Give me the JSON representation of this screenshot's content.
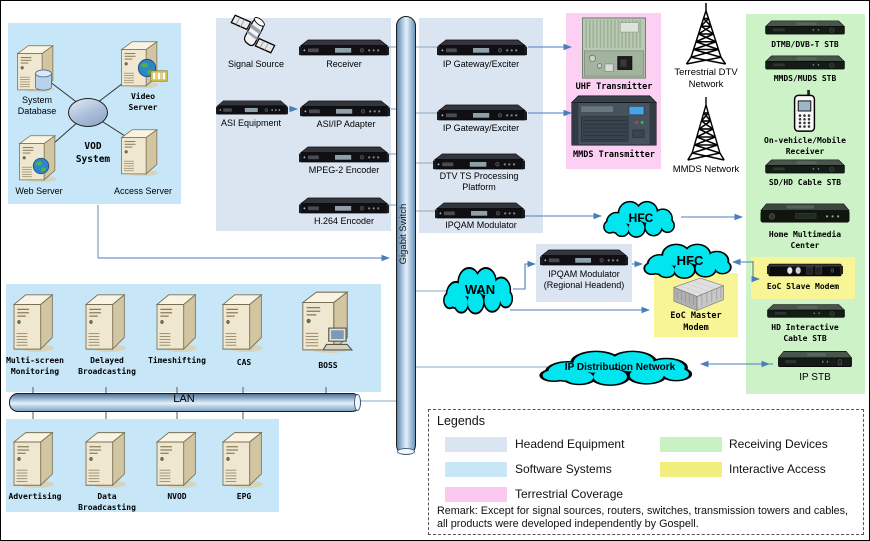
{
  "vod": {
    "box_label": "VOD\nSystem",
    "system_database": "System\nDatabase",
    "video_server": "Video\nServer",
    "web_server": "Web Server",
    "access_server": "Access Server"
  },
  "headend": {
    "signal_source": "Signal Source",
    "receiver": "Receiver",
    "asi_equipment": "ASI Equipment",
    "asi_ip_adapter": "ASI/IP Adapter",
    "mpeg2_encoder": "MPEG-2 Encoder",
    "h264_encoder": "H.264 Encoder",
    "ip_gateway_1": "IP Gateway/Exciter",
    "ip_gateway_2": "IP Gateway/Exciter",
    "dtv_ts": "DTV TS Processing\nPlatform",
    "ipqam": "IPQAM Modulator",
    "ipqam_regional": "IPQAM Modulator\n(Regional Headend)"
  },
  "switch_label": "Gigabit Switch",
  "lan_label": "LAN",
  "transmitters": {
    "uhf": "UHF Transmitter",
    "mmds": "MMDS Transmitter"
  },
  "networks": {
    "terrestrial": "Terrestrial DTV\nNetwork",
    "mmds": "MMDS Network",
    "wan": "WAN",
    "hfc_top": "HFC",
    "hfc_mid": "HFC",
    "ip_distribution": "IP Distribution Network"
  },
  "interactive": {
    "eoc_master": "EoC Master\nModem",
    "eoc_slave": "EoC Slave Modem"
  },
  "receiving": {
    "dtmb_stb": "DTMB/DVB-T STB",
    "mmds_stb": "MMDS/MUDS STB",
    "mobile_receiver": "On-vehicle/Mobile\nReceiver",
    "sdhd_stb": "SD/HD Cable STB",
    "hmc": "Home Multimedia\nCenter",
    "hd_stb": "HD Interactive\nCable STB",
    "ip_stb": "IP STB"
  },
  "software": {
    "multi_screen": "Multi-screen\nMonitoring",
    "delayed": "Delayed\nBroadcasting",
    "timeshifting": "Timeshifting",
    "cas": "CAS",
    "boss": "BOSS",
    "advertising": "Advertising",
    "data_broadcasting": "Data\nBroadcasting",
    "nvod": "NVOD",
    "epg": "EPG"
  },
  "legend": {
    "title": "Legends",
    "items": [
      {
        "label": "Headend Equipment",
        "color": "#dbe5f1"
      },
      {
        "label": "Software Systems",
        "color": "#c7e7f9"
      },
      {
        "label": "Terrestrial Coverage",
        "color": "#fbc9f0"
      },
      {
        "label": "Receiving Devices",
        "color": "#c9f2c4"
      },
      {
        "label": "Interactive Access",
        "color": "#f1ee7d"
      }
    ],
    "remark": "Remark: Except for signal sources, routers, switches, transmission towers and cables, all products were developed independently by Gospell."
  },
  "icons": {
    "signal_source": "satellite-icon",
    "vod_hub": "network-hub-icon",
    "servers": "server-tower-icon",
    "database": "database-cylinder-icon",
    "web": "globe-icon",
    "video": "globe-film-icon",
    "boss": "desktop-computer-icon",
    "mobile": "mobile-phone-icon",
    "towers": "radio-tower-icon",
    "clouds": "network-cloud-icon",
    "rack_units": "rack-device-icon",
    "stb": "set-top-box-icon"
  }
}
